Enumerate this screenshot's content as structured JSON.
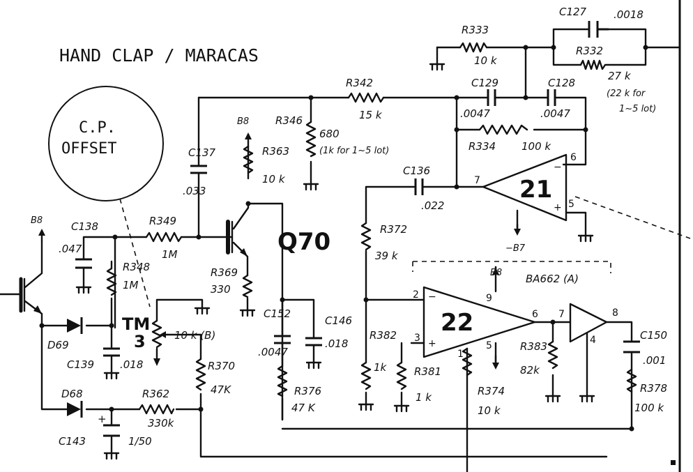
{
  "title": "HAND CLAP / MARACAS",
  "callout": {
    "line1": "C.P.",
    "line2": "OFFSET"
  },
  "transistor_label": "Q70",
  "trimmer": {
    "line1": "TM",
    "line2": "3"
  },
  "ic_labels": {
    "ic21": "21",
    "ic22": "22",
    "ic_part": "BA662 (A)"
  },
  "opamp21_pins": {
    "in_minus": "7",
    "in_plus": "5",
    "out": "6",
    "plus": "+",
    "minus": "−"
  },
  "opamp22_pins": {
    "in_minus": "2",
    "in_plus": "3",
    "out": "6",
    "vcc": "9",
    "gnd": "5",
    "pin1": "1",
    "plus": "+",
    "minus": "−"
  },
  "buffer_pins": {
    "in": "7",
    "out": "8",
    "gnd": "4"
  },
  "supplies": {
    "b8_left": "B8",
    "b8_q70": "B8",
    "b8_ic22": "B8",
    "neg_b7": "−B7"
  },
  "components": {
    "R333": {
      "ref": "R333",
      "value": "10 k"
    },
    "C127": {
      "ref": "C127",
      "value": ".0018"
    },
    "R332": {
      "ref": "R332",
      "value": "27 k",
      "note1": "(22 k for",
      "note2": "1~5 lot)"
    },
    "R342": {
      "ref": "R342",
      "value": "15 k"
    },
    "C129": {
      "ref": "C129",
      "value": ".0047"
    },
    "C128": {
      "ref": "C128",
      "value": ".0047"
    },
    "R346": {
      "ref": "R346",
      "value": "680",
      "note": "(1k for 1~5 lot)"
    },
    "R334": {
      "ref": "R334",
      "value": "100 k"
    },
    "C137": {
      "ref": "C137",
      "value": ".033"
    },
    "R363": {
      "ref": "R363",
      "value": "10 k"
    },
    "C136": {
      "ref": "C136",
      "value": ".022"
    },
    "C138": {
      "ref": "C138",
      "value": ".047"
    },
    "R349": {
      "ref": "R349",
      "value": "1M"
    },
    "R348": {
      "ref": "R348",
      "value": "1M"
    },
    "R369": {
      "ref": "R369",
      "value": "330"
    },
    "R372": {
      "ref": "R372",
      "value": "39 k"
    },
    "D69": {
      "ref": "D69"
    },
    "D68": {
      "ref": "D68"
    },
    "C139": {
      "ref": "C139",
      "value": ".018"
    },
    "TM3_pot": {
      "value": "10 k (B)"
    },
    "R370": {
      "ref": "R370",
      "value": "47K"
    },
    "C152": {
      "ref": "C152",
      "value": ".0047"
    },
    "C146": {
      "ref": "C146",
      "value": ".018"
    },
    "R382": {
      "ref": "R382",
      "value": "1k"
    },
    "R381": {
      "ref": "R381",
      "value": "1 k"
    },
    "R374": {
      "ref": "R374",
      "value": "10 k"
    },
    "R383": {
      "ref": "R383",
      "value": "82k"
    },
    "C150": {
      "ref": "C150",
      "value": ".001"
    },
    "R378": {
      "ref": "R378",
      "value": "100 k"
    },
    "R376": {
      "ref": "R376",
      "value": "47 K"
    },
    "R362": {
      "ref": "R362",
      "value": "330k"
    },
    "C143": {
      "ref": "C143",
      "value": "1/50",
      "polarity": "+"
    }
  }
}
